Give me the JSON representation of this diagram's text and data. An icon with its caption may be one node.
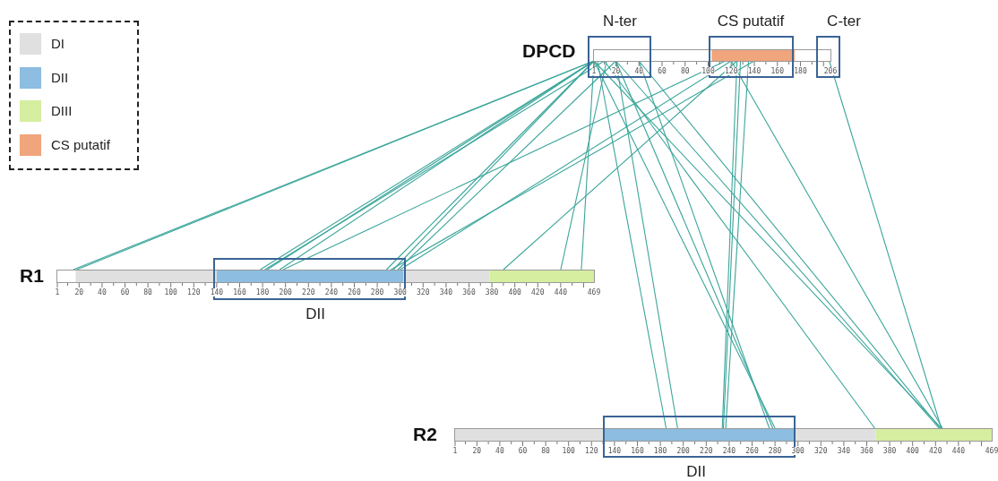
{
  "diagram": {
    "nodes": [
      {
        "text": [
          "DPCD"
        ]
      },
      {
        "text": [
          "R1"
        ]
      },
      {
        "text": [
          "R2"
        ]
      }
    ],
    "edges": [
      {
        "from": 0,
        "to": 1,
        "arrow": "none"
      },
      {
        "from": 0,
        "to": 1,
        "arrow": "none"
      },
      {
        "from": 0,
        "to": 1,
        "arrow": "none"
      },
      {
        "from": 0,
        "to": 1,
        "arrow": "none"
      },
      {
        "from": 0,
        "to": 1,
        "arrow": "none"
      },
      {
        "from": 0,
        "to": 1,
        "arrow": "none"
      },
      {
        "from": 0,
        "to": 1,
        "arrow": "none"
      },
      {
        "from": 0,
        "to": 1,
        "arrow": "none"
      },
      {
        "from": 0,
        "to": 1,
        "arrow": "none"
      },
      {
        "from": 0,
        "to": 1,
        "arrow": "none"
      },
      {
        "from": 0,
        "to": 1,
        "arrow": "none"
      },
      {
        "from": 0,
        "to": 1,
        "arrow": "none"
      },
      {
        "from": 0,
        "to": 1,
        "arrow": "none"
      },
      {
        "from": 0,
        "to": 1,
        "arrow": "none"
      },
      {
        "from": 0,
        "to": 1,
        "arrow": "none"
      },
      {
        "from": 0,
        "to": 2,
        "arrow": "none"
      },
      {
        "from": 0,
        "to": 2,
        "arrow": "none"
      },
      {
        "from": 0,
        "to": 2,
        "arrow": "none"
      },
      {
        "from": 0,
        "to": 2,
        "arrow": "none"
      },
      {
        "from": 0,
        "to": 2,
        "arrow": "none"
      },
      {
        "from": 0,
        "to": 2,
        "arrow": "none"
      },
      {
        "from": 0,
        "to": 2,
        "arrow": "none"
      },
      {
        "from": 0,
        "to": 2,
        "arrow": "none"
      },
      {
        "from": 0,
        "to": 2,
        "arrow": "none"
      },
      {
        "from": 0,
        "to": 2,
        "arrow": "none"
      },
      {
        "from": 0,
        "to": 2,
        "arrow": "none"
      },
      {
        "from": 0,
        "to": 2,
        "arrow": "none"
      },
      {
        "from": 0,
        "to": 2,
        "arrow": "none"
      },
      {
        "from": 0,
        "to": 2,
        "arrow": "none"
      }
    ],
    "labels": [
      "N-ter",
      "CS putatif",
      "C-ter",
      "1",
      "20",
      "40",
      "60",
      "80",
      "100",
      "120",
      "140",
      "160",
      "180",
      "206",
      "1",
      "20",
      "40",
      "60",
      "80",
      "100",
      "120",
      "140",
      "160",
      "180",
      "200",
      "220",
      "240",
      "260",
      "280",
      "300",
      "320",
      "340",
      "360",
      "380",
      "400",
      "420",
      "440",
      "469",
      "DII",
      "1",
      "20",
      "40",
      "60",
      "80",
      "100",
      "120",
      "140",
      "160",
      "180",
      "200",
      "220",
      "240",
      "260",
      "280",
      "300",
      "320",
      "340",
      "360",
      "380",
      "400",
      "420",
      "440",
      "469",
      "DII"
    ],
    "legend": [
      {
        "text": "DI",
        "color": "#e0e0e0"
      },
      {
        "text": "DII",
        "color": "#8dbde0"
      },
      {
        "text": "DIII",
        "color": "#d5eea0"
      },
      {
        "text": "CS putatif",
        "color": "#f0a57c"
      }
    ]
  }
}
